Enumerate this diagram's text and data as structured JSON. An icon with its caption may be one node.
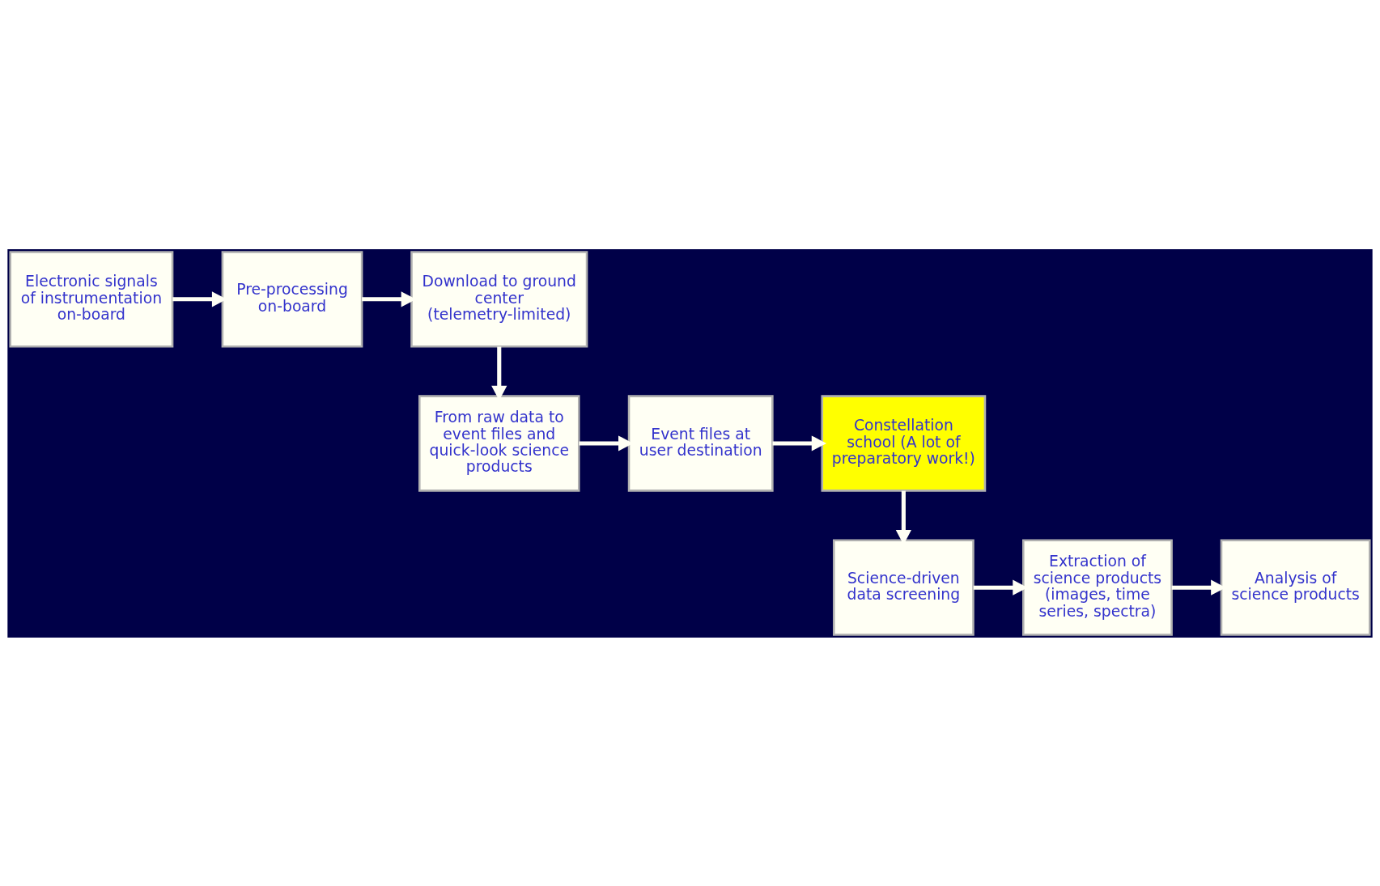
{
  "diagram": {
    "nodes": [
      {
        "text": [
          "Electronic signals of instrumentation on-board"
        ]
      },
      {
        "text": [
          "Pre-processing on-board"
        ]
      },
      {
        "text": [
          "Download to ground center (telemetry-limited)"
        ]
      },
      {
        "text": [
          "From raw data to event files and quick-look science products"
        ]
      },
      {
        "text": [
          "Event files at user destination"
        ]
      },
      {
        "text": [
          "Constellation school (A lot of preparatory work!)"
        ]
      },
      {
        "text": [
          "Science-driven data screening"
        ]
      },
      {
        "text": [
          "Extraction of science products (images, time series, spectra)"
        ]
      },
      {
        "text": [
          "Analysis of science products"
        ]
      }
    ],
    "edges": [
      {
        "from": 0,
        "to": 1,
        "arrow": "to"
      },
      {
        "from": 1,
        "to": 2,
        "arrow": "to"
      },
      {
        "from": 2,
        "to": 3,
        "arrow": "to"
      },
      {
        "from": 3,
        "to": 4,
        "arrow": "to"
      },
      {
        "from": 4,
        "to": 5,
        "arrow": "to"
      },
      {
        "from": 5,
        "to": 6,
        "arrow": "to"
      },
      {
        "from": 6,
        "to": 7,
        "arrow": "to"
      },
      {
        "from": 7,
        "to": 8,
        "arrow": "to"
      }
    ]
  }
}
